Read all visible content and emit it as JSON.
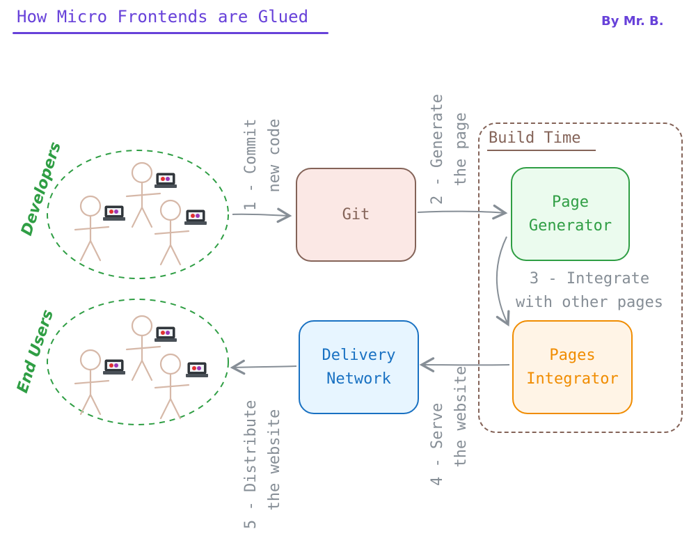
{
  "header": {
    "title": "How Micro Frontends are Glued",
    "author": "By Mr. B."
  },
  "groups": {
    "developers": "Developers",
    "end_users": "End Users",
    "build_time": "Build Time"
  },
  "nodes": {
    "git": "Git",
    "page_generator": "Page\nGenerator",
    "pages_integrator": "Pages\nIntegrator",
    "delivery_network": "Delivery\nNetwork"
  },
  "edges": {
    "commit": "1 - Commit\n  new code",
    "generate": "2 - Generate\n  the page",
    "integrate": "3 - Integrate\nwith other pages",
    "serve": "4 - Serve\n  the website",
    "distribute": "5 - Distribute\n  the website"
  },
  "colors": {
    "title": "#6741d9",
    "git": "#846358",
    "page_generator": "#2f9e44",
    "pages_integrator": "#f08c00",
    "delivery_network": "#1971c2",
    "arrows": "#868e96",
    "groups": "#2f9e44",
    "figures": "#d6b8a8"
  }
}
